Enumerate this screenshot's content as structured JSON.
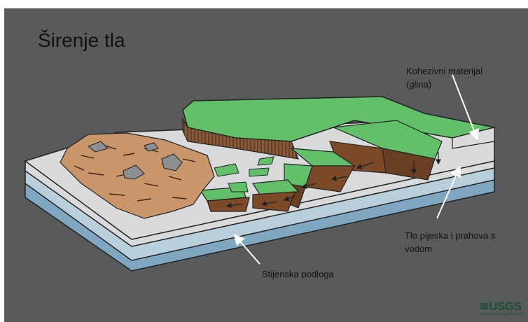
{
  "title": "Širenje tla",
  "labels": {
    "cohesive": "Kohezivni materijal\n(glina)",
    "sand_silt": "Tlo pijeska i prahova s\nvodom",
    "bedrock": "Stijenska podloga"
  },
  "logo": {
    "name": "USGS",
    "tagline": "science for a changing world"
  },
  "colors": {
    "background": "#595a5c",
    "grass": "#63c06a",
    "soil": "#8a5a38",
    "debris": "#c8966a",
    "layer_top": "#d8dadb",
    "layer_water": "#b9d0dc",
    "layer_rock": "#7fa7c2"
  }
}
